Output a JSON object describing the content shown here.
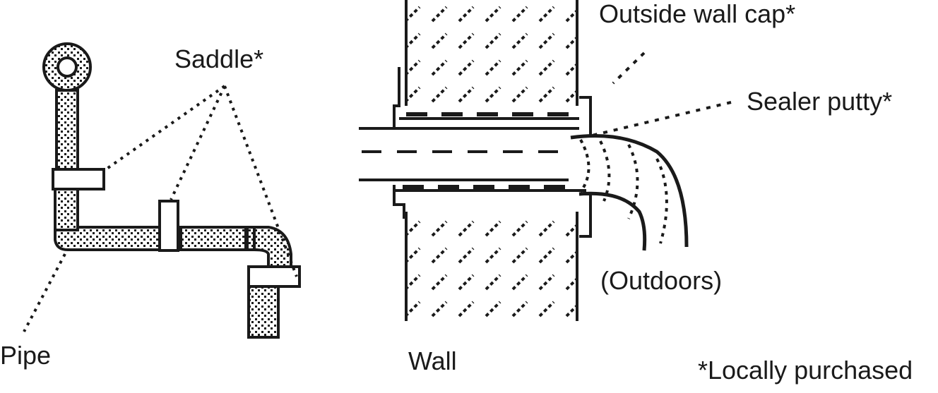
{
  "labels": {
    "saddle": "Saddle*",
    "pipe": "Pipe",
    "outside_wall_cap": "Outside wall cap*",
    "sealer_putty": "Sealer putty*",
    "wall": "Wall",
    "outdoors": "(Outdoors)",
    "footnote": "*Locally purchased"
  },
  "colors": {
    "ink": "#1a1a1a",
    "background": "#ffffff"
  }
}
